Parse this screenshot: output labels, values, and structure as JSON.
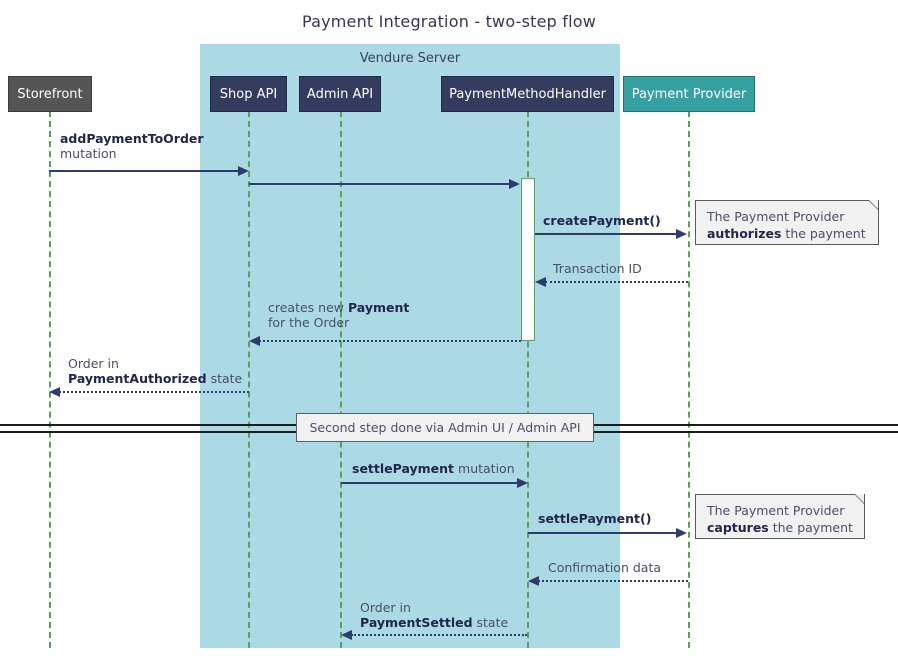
{
  "diagram": {
    "title": "Payment Integration - two-step flow",
    "type": "sequence-diagram"
  },
  "group": {
    "label": "Vendure Server",
    "color": "#abd9e4"
  },
  "participants": [
    {
      "id": "storefront",
      "label": "Storefront",
      "color": "#555555"
    },
    {
      "id": "shop-api",
      "label": "Shop API",
      "color": "#353a5f"
    },
    {
      "id": "admin-api",
      "label": "Admin API",
      "color": "#353a5f"
    },
    {
      "id": "payment-method-handler",
      "label": "PaymentMethodHandler",
      "color": "#353a5f"
    },
    {
      "id": "payment-provider",
      "label": "Payment Provider",
      "color": "#35a1a3"
    }
  ],
  "messages": [
    {
      "id": "add-payment-to-order",
      "line1_bold": "addPaymentToOrder",
      "line2": "mutation",
      "from": "storefront",
      "to": "shop-api",
      "style": "solid"
    },
    {
      "id": "shop-api-to-handler",
      "label": "",
      "from": "shop-api",
      "to": "payment-method-handler",
      "style": "solid"
    },
    {
      "id": "create-payment",
      "bold": "createPayment()",
      "from": "payment-method-handler",
      "to": "payment-provider",
      "style": "solid"
    },
    {
      "id": "transaction-id",
      "label": "Transaction ID",
      "from": "payment-provider",
      "to": "payment-method-handler",
      "style": "dotted"
    },
    {
      "id": "creates-new-payment",
      "line1_pre": "creates new ",
      "line1_bold": "Payment",
      "line2": "for the Order",
      "from": "payment-method-handler",
      "to": "shop-api",
      "style": "dotted"
    },
    {
      "id": "order-payment-authorized",
      "line1": "Order in",
      "line2_bold": "PaymentAuthorized",
      "line2_post": " state",
      "from": "shop-api",
      "to": "storefront",
      "style": "dotted"
    },
    {
      "id": "settle-payment-mutation",
      "bold": "settlePayment",
      "post": " mutation",
      "from": "admin-api",
      "to": "payment-method-handler",
      "style": "solid"
    },
    {
      "id": "settle-payment-call",
      "bold": "settlePayment()",
      "from": "payment-method-handler",
      "to": "payment-provider",
      "style": "solid"
    },
    {
      "id": "confirmation-data",
      "label": "Confirmation data",
      "from": "payment-provider",
      "to": "payment-method-handler",
      "style": "dotted"
    },
    {
      "id": "order-payment-settled",
      "line1": "Order in",
      "line2_bold": "PaymentSettled",
      "line2_post": " state",
      "from": "payment-method-handler",
      "to": "admin-api",
      "style": "dotted"
    }
  ],
  "notes": [
    {
      "id": "note-authorizes",
      "line1": "The Payment Provider",
      "line2_bold": "authorizes",
      "line2_post": " the payment"
    },
    {
      "id": "note-captures",
      "line1": "The Payment Provider",
      "line2_bold": "captures",
      "line2_post": " the payment"
    }
  ],
  "divider": {
    "label": "Second step done via Admin UI / Admin API"
  }
}
